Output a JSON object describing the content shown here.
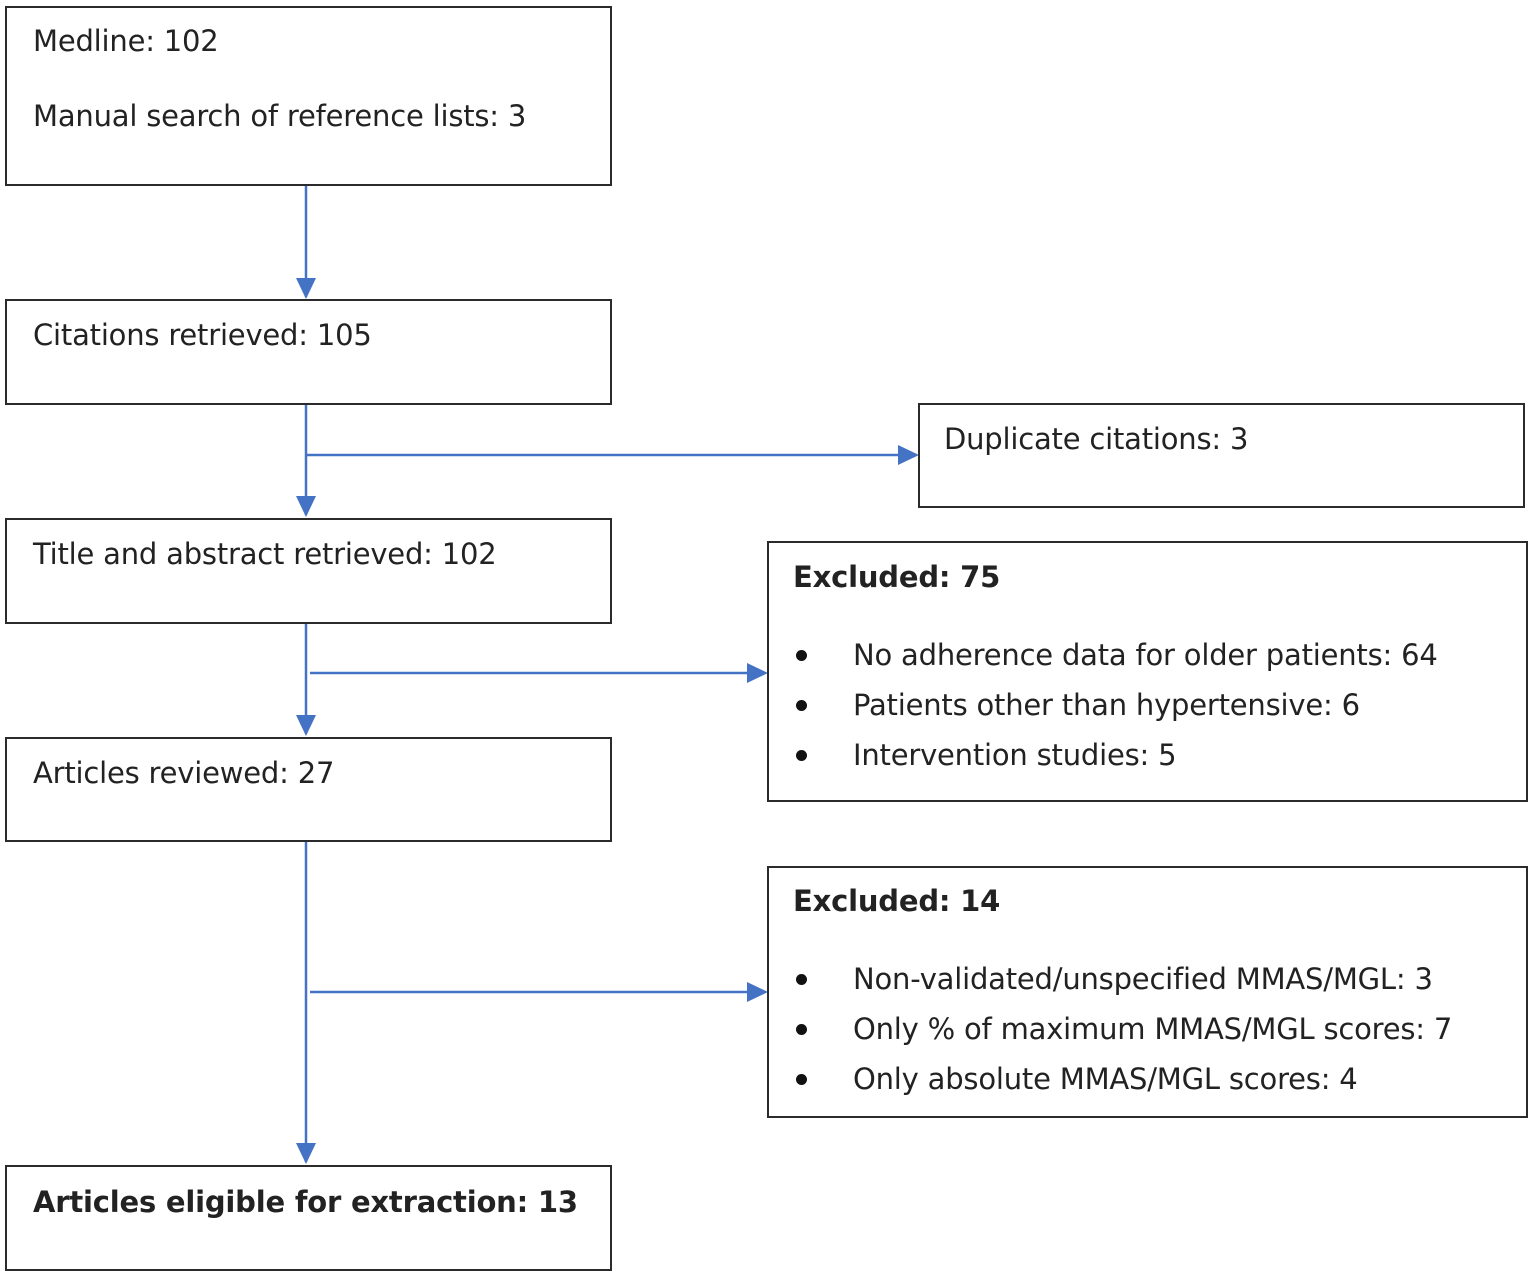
{
  "boxes": {
    "sources": {
      "line1": "Medline: 102",
      "line2": "Manual search of reference lists: 3"
    },
    "citations": {
      "label": "Citations retrieved: 105"
    },
    "title_abstract": {
      "label": "Title and abstract retrieved: 102"
    },
    "reviewed": {
      "label": "Articles reviewed: 27"
    },
    "eligible": {
      "label": "Articles eligible for extraction: 13"
    },
    "duplicates": {
      "label": "Duplicate citations: 3"
    },
    "excluded_1": {
      "title": "Excluded: 75",
      "items": [
        "No adherence data for older patients: 64",
        "Patients other than hypertensive: 6",
        "Intervention studies: 5"
      ]
    },
    "excluded_2": {
      "title": "Excluded: 14",
      "items": [
        "Non-validated/unspecified MMAS/MGL: 3",
        "Only % of maximum MMAS/MGL scores: 7",
        "Only absolute MMAS/MGL scores: 4"
      ]
    }
  },
  "colors": {
    "arrow": "#4472C4",
    "box_border": "#2b2b2b",
    "text": "#222222"
  }
}
